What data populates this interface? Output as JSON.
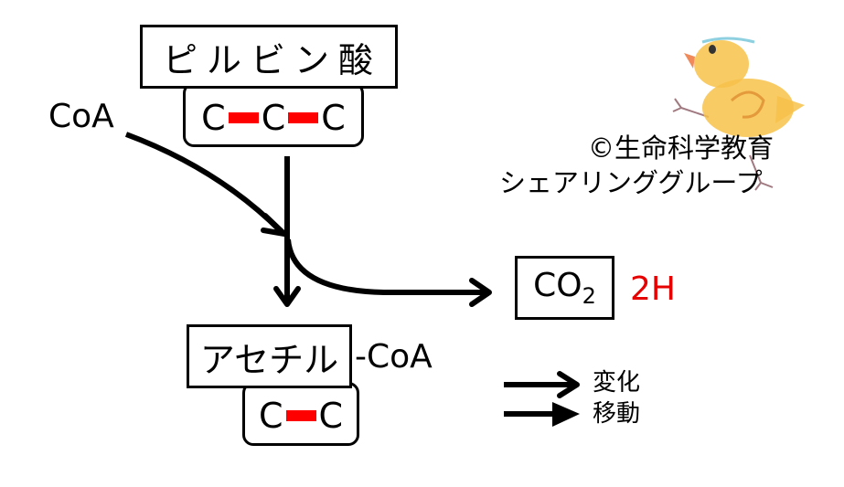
{
  "pyruvate": {
    "name": "ピルビン酸",
    "carbons": [
      "C",
      "C",
      "C"
    ]
  },
  "coa_input": {
    "label": "CoA"
  },
  "co2": {
    "main": "CO",
    "subscript": "2"
  },
  "hydrogen": {
    "label": "2H",
    "color": "#e60000"
  },
  "acetyl": {
    "name": "アセチル",
    "suffix": "-CoA",
    "carbons": [
      "C",
      "C"
    ]
  },
  "legend": {
    "items": [
      {
        "label": "変化",
        "arrow": "open-arrow"
      },
      {
        "label": "移動",
        "arrow": "filled-arrow"
      }
    ]
  },
  "copyright": {
    "line1": "©生命科学教育",
    "line2": "シェアリンググループ"
  },
  "colors": {
    "bond": "#ff0000",
    "ink": "#000000",
    "chick_body": "#f7c24a",
    "chick_beak": "#f08a5a"
  }
}
